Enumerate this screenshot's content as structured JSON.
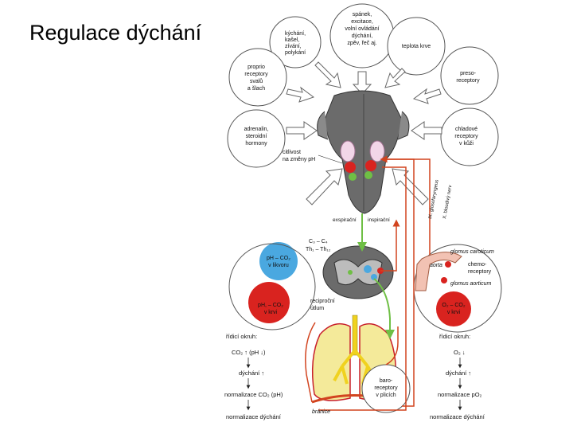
{
  "title": "Regulace dýchání",
  "bubbles": {
    "cough": [
      "kýchání,",
      "kašel,",
      "zívání,",
      "polykání"
    ],
    "sleep": [
      "spánek,",
      "excitace,",
      "volní ovládání",
      "dýchání,",
      "zpěv, řeč aj."
    ],
    "temperature": [
      "teplota krve"
    ],
    "proprio": [
      "proprio",
      "receptory",
      "svalů",
      "a šlach"
    ],
    "preso": [
      "preso-",
      "receptory"
    ],
    "hormones": [
      "adrenalin,",
      "steroidní",
      "hormony"
    ],
    "cold": [
      "chladové",
      "receptory",
      "v kůži"
    ]
  },
  "labels": {
    "ph_sensitivity": [
      "citlivost",
      "na změny pH"
    ],
    "expiration": "exspirační",
    "inspiration": "inspirační",
    "segments_1": "C₃ – C₄",
    "segments_2": "Th₁ – Th₁₂",
    "reciprocal": [
      "reciproční",
      "útlum"
    ],
    "nerve_9": "IX. glosofaryngeus",
    "nerve_10": "X. bloudivý nerv",
    "glomus_caroticum": "glomus caroticum",
    "aorta": "aorta",
    "chemo": [
      "chemo-",
      "receptory"
    ],
    "glomus_aorticum": "glomus aorticum",
    "baro": [
      "baro-",
      "receptory",
      "v plicích"
    ],
    "diaphragm": "bránice"
  },
  "csf_circle": [
    "pH – CO₂",
    "v likvoru"
  ],
  "blood_circle_left": [
    "pH, – CO₂",
    "v krvi"
  ],
  "blood_circle_right": [
    "O₂ – CO₂",
    "v krvi"
  ],
  "left_loop": [
    "řídicí okruh:",
    "CO₂ ↑ (pH ↓)",
    "dýchání ↑",
    "normalizace CO₂ (pH)",
    "normalizace dýchání"
  ],
  "right_loop": [
    "řídicí okruh:",
    "O₂ ↓",
    "dýchání ↑",
    "normalizace pO₂",
    "normalizace dýchání"
  ],
  "colors": {
    "nerve_red": "#d2441f",
    "nerve_green": "#6fbf45",
    "lung_yellow": "#f4ea9a",
    "airway_yellow": "#f0d21f",
    "blue_circle": "#4aa8e0",
    "red_circle": "#d9231f",
    "brain_gray": "#6b6b6b",
    "pink_tissue": "#f2c2b3"
  }
}
